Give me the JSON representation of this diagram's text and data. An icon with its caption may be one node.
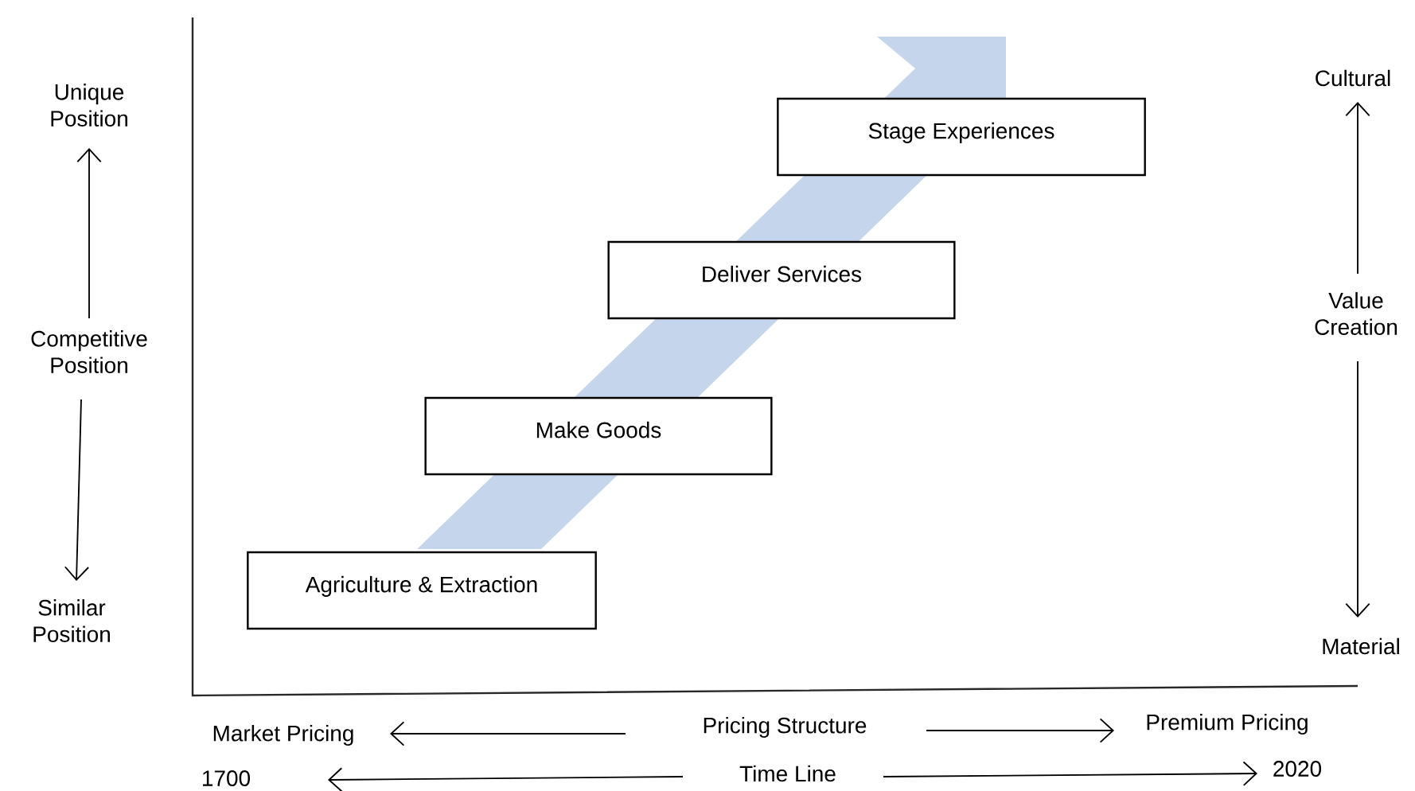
{
  "diagram": {
    "nodes": [
      {
        "text": [
          "Agriculture & Extraction"
        ]
      },
      {
        "text": [
          "Make Goods"
        ]
      },
      {
        "text": [
          "Deliver Services"
        ]
      },
      {
        "text": [
          "Stage Experiences"
        ]
      }
    ],
    "labels": [
      "Unique Position",
      "Cultural",
      "Competitive Position",
      "Value Creation",
      "Similar Position",
      "Material",
      "Market Pricing",
      "Pricing Structure",
      "Premium Pricing",
      "1700",
      "Time Line",
      "2020"
    ]
  }
}
